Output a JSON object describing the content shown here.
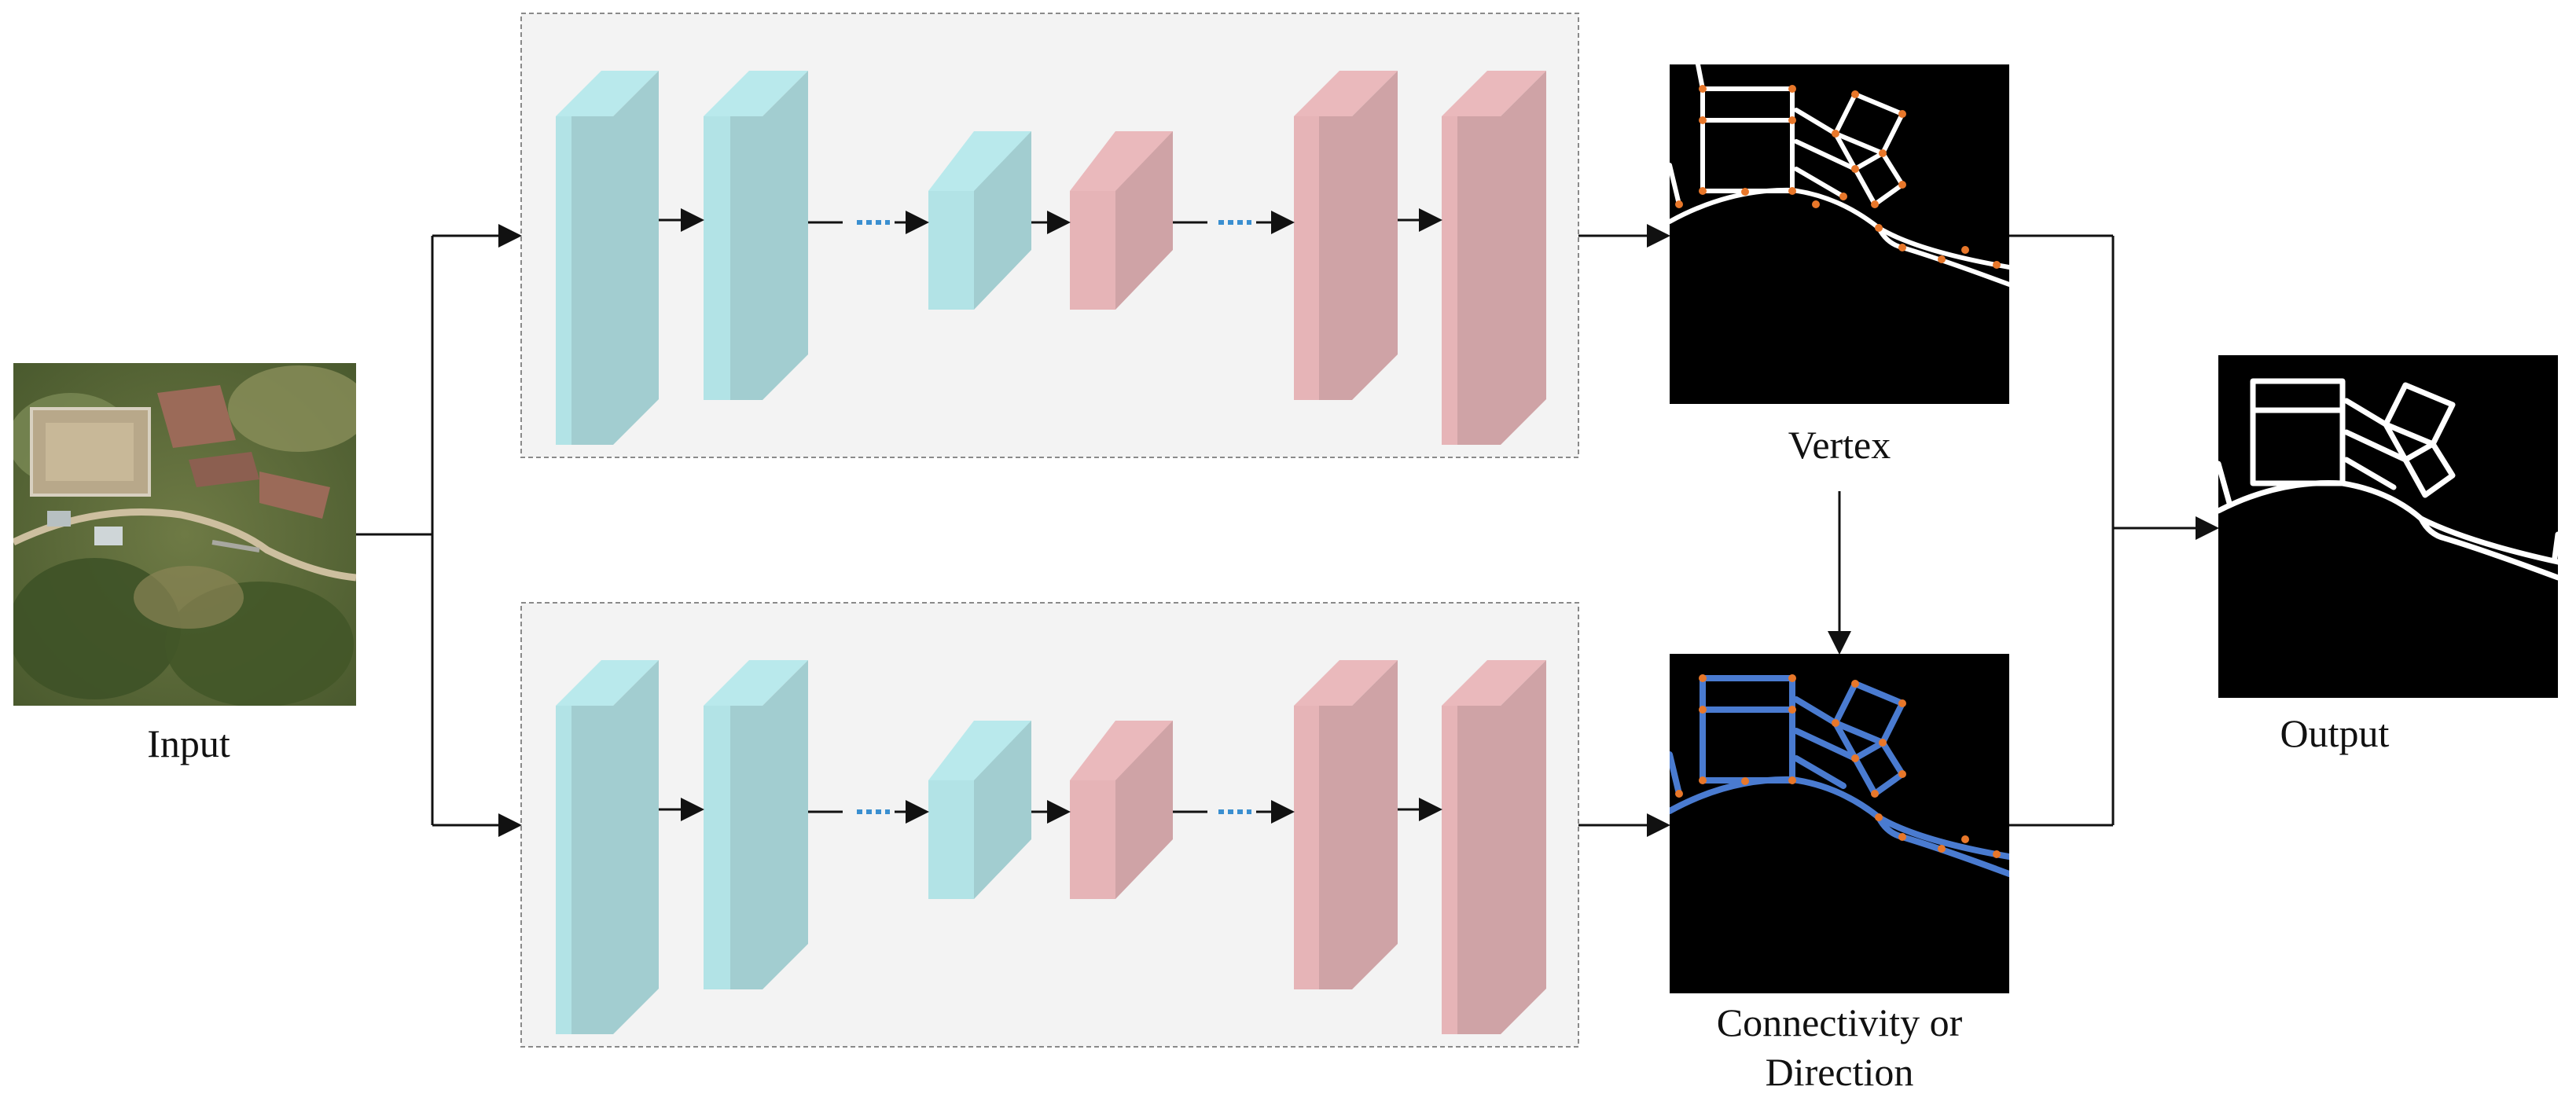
{
  "labels": {
    "input": "Input",
    "vertex": "Vertex",
    "output": "Output",
    "connectivity_line1": "Connectivity or",
    "connectivity_line2": "Direction"
  },
  "colors": {
    "encoder_face": "#a2cdd0",
    "encoder_side": "#b2e3e6",
    "encoder_top": "#b9e9ec",
    "decoder_face": "#cfa3a6",
    "decoder_side": "#e6b4b7",
    "decoder_top": "#eab9bc",
    "panel_bg": "#f3f3f3",
    "panel_border": "#8a8a8a",
    "road_white": "#ffffff",
    "road_blue": "#4a7bd0",
    "vertex_orange": "#e8772a",
    "mask_bg": "#000000",
    "skip_dots": "#3a8fd0"
  }
}
